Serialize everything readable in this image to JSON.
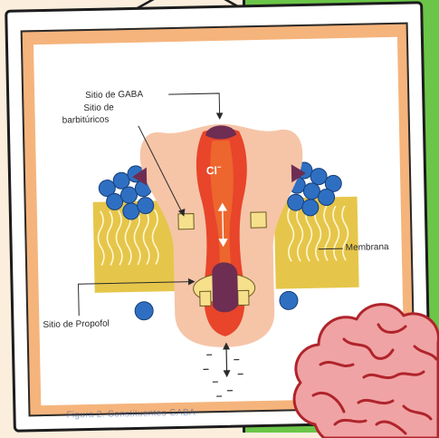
{
  "labels": {
    "gaba_site": "Sitio de GABA",
    "barbiturate_site_line1": "Sitio de",
    "barbiturate_site_line2": "barbitúricos",
    "ion": "Cl",
    "ion_charge": "−",
    "membrane": "Membrana",
    "propofol_site": "Sitio de Propofol"
  },
  "caption": "Figura 2. Constituentes GABA",
  "colors": {
    "page_background": "#fbeedd",
    "green_card": "#6bc548",
    "frame_border": "#1c1c1c",
    "frame_mat": "#f5b47c",
    "receptor_outer": "#f6c5a8",
    "channel_red": "#e8452b",
    "channel_orange": "#f0752f",
    "site_purple": "#6e2d52",
    "barbiturate_yellow": "#f6e08c",
    "membrane_yellow": "#e6c64a",
    "lipid_blue": "#2f6fc2",
    "brain_pink": "#f0a3a4",
    "brain_outline": "#b0242c"
  },
  "icons": {
    "brain": "brain-icon",
    "hanger": "hanger-string-icon"
  }
}
